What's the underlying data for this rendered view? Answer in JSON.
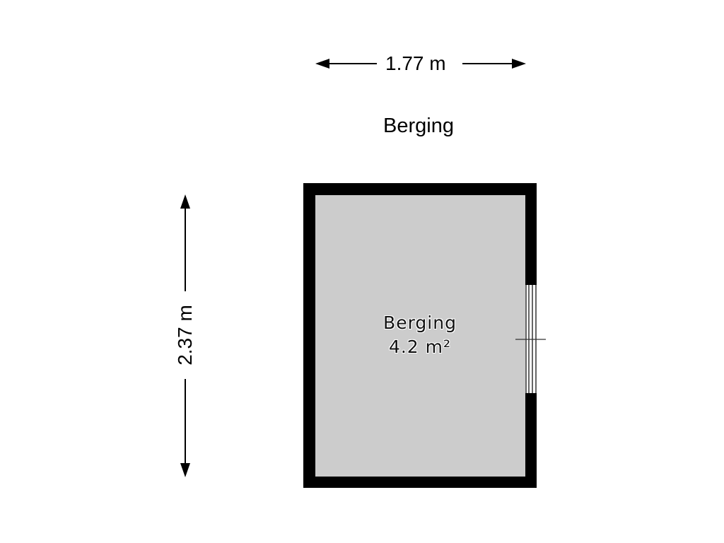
{
  "plan": {
    "title": "Berging",
    "width_dimension": "1.77 m",
    "height_dimension": "2.37 m",
    "room": {
      "name": "Berging",
      "area": "4.2 m²"
    }
  },
  "colors": {
    "wall": "#000000",
    "floor": "#cccccc",
    "background": "#ffffff"
  }
}
